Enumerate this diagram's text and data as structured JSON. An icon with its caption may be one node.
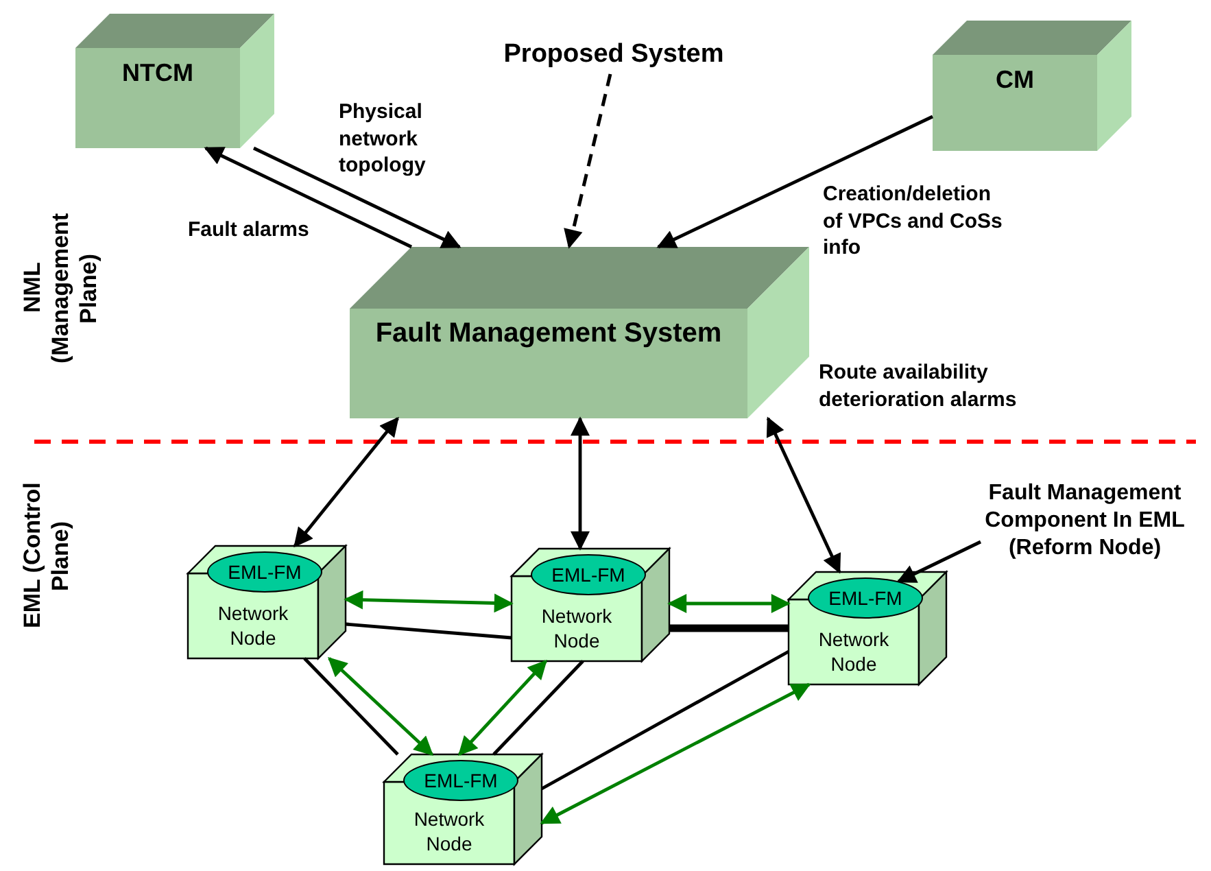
{
  "diagram": {
    "nodes": [
      {
        "text": [
          "NTCM"
        ]
      },
      {
        "text": [
          "Proposed System"
        ]
      },
      {
        "text": [
          "CM"
        ]
      },
      {
        "text": [
          "Fault Management System"
        ]
      },
      {
        "text": [
          "Fault Management Component In EML (Reform Node)"
        ]
      },
      {
        "text": [
          "Network Node"
        ]
      },
      {
        "text": [
          "EML-FM"
        ]
      },
      {
        "text": [
          "Network Node"
        ]
      },
      {
        "text": [
          "EML-FM"
        ]
      },
      {
        "text": [
          "Network Node"
        ]
      },
      {
        "text": [
          "EML-FM"
        ]
      },
      {
        "text": [
          "Network Node"
        ]
      },
      {
        "text": [
          "EML-FM"
        ]
      }
    ],
    "edges": [
      {
        "from": 0,
        "to": 3,
        "arrow": "to",
        "label": "Physical network topology"
      },
      {
        "from": 3,
        "to": 0,
        "arrow": "to",
        "label": "Fault alarms"
      },
      {
        "from": 1,
        "to": 3,
        "arrow": "to",
        "style": "dashed"
      },
      {
        "from": 2,
        "to": 3,
        "arrow": "to",
        "label": "Creation/deletion of VPCs and CoSs info"
      },
      {
        "from": 3,
        "to": 5,
        "arrow": "both"
      },
      {
        "from": 3,
        "to": 7,
        "arrow": "both"
      },
      {
        "from": 3,
        "to": 9,
        "arrow": "both",
        "label": "Route availability deterioration alarms"
      },
      {
        "from": 4,
        "to": 10,
        "arrow": "to"
      },
      {
        "from": 5,
        "to": 7,
        "arrow": "both",
        "color": "#008000"
      },
      {
        "from": 7,
        "to": 9,
        "arrow": "both",
        "color": "#008000"
      },
      {
        "from": 5,
        "to": 11,
        "arrow": "both",
        "color": "#008000"
      },
      {
        "from": 7,
        "to": 11,
        "arrow": "both",
        "color": "#008000"
      },
      {
        "from": 9,
        "to": 11,
        "arrow": "both",
        "color": "#008000"
      },
      {
        "from": 5,
        "to": 7,
        "arrow": "none"
      },
      {
        "from": 7,
        "to": 9,
        "arrow": "none",
        "style": "thick"
      },
      {
        "from": 5,
        "to": 11,
        "arrow": "none"
      },
      {
        "from": 7,
        "to": 11,
        "arrow": "none"
      },
      {
        "from": 9,
        "to": 11,
        "arrow": "none"
      }
    ],
    "labels": [
      "NML (Management Plane)",
      "EML (Control Plane)"
    ]
  }
}
